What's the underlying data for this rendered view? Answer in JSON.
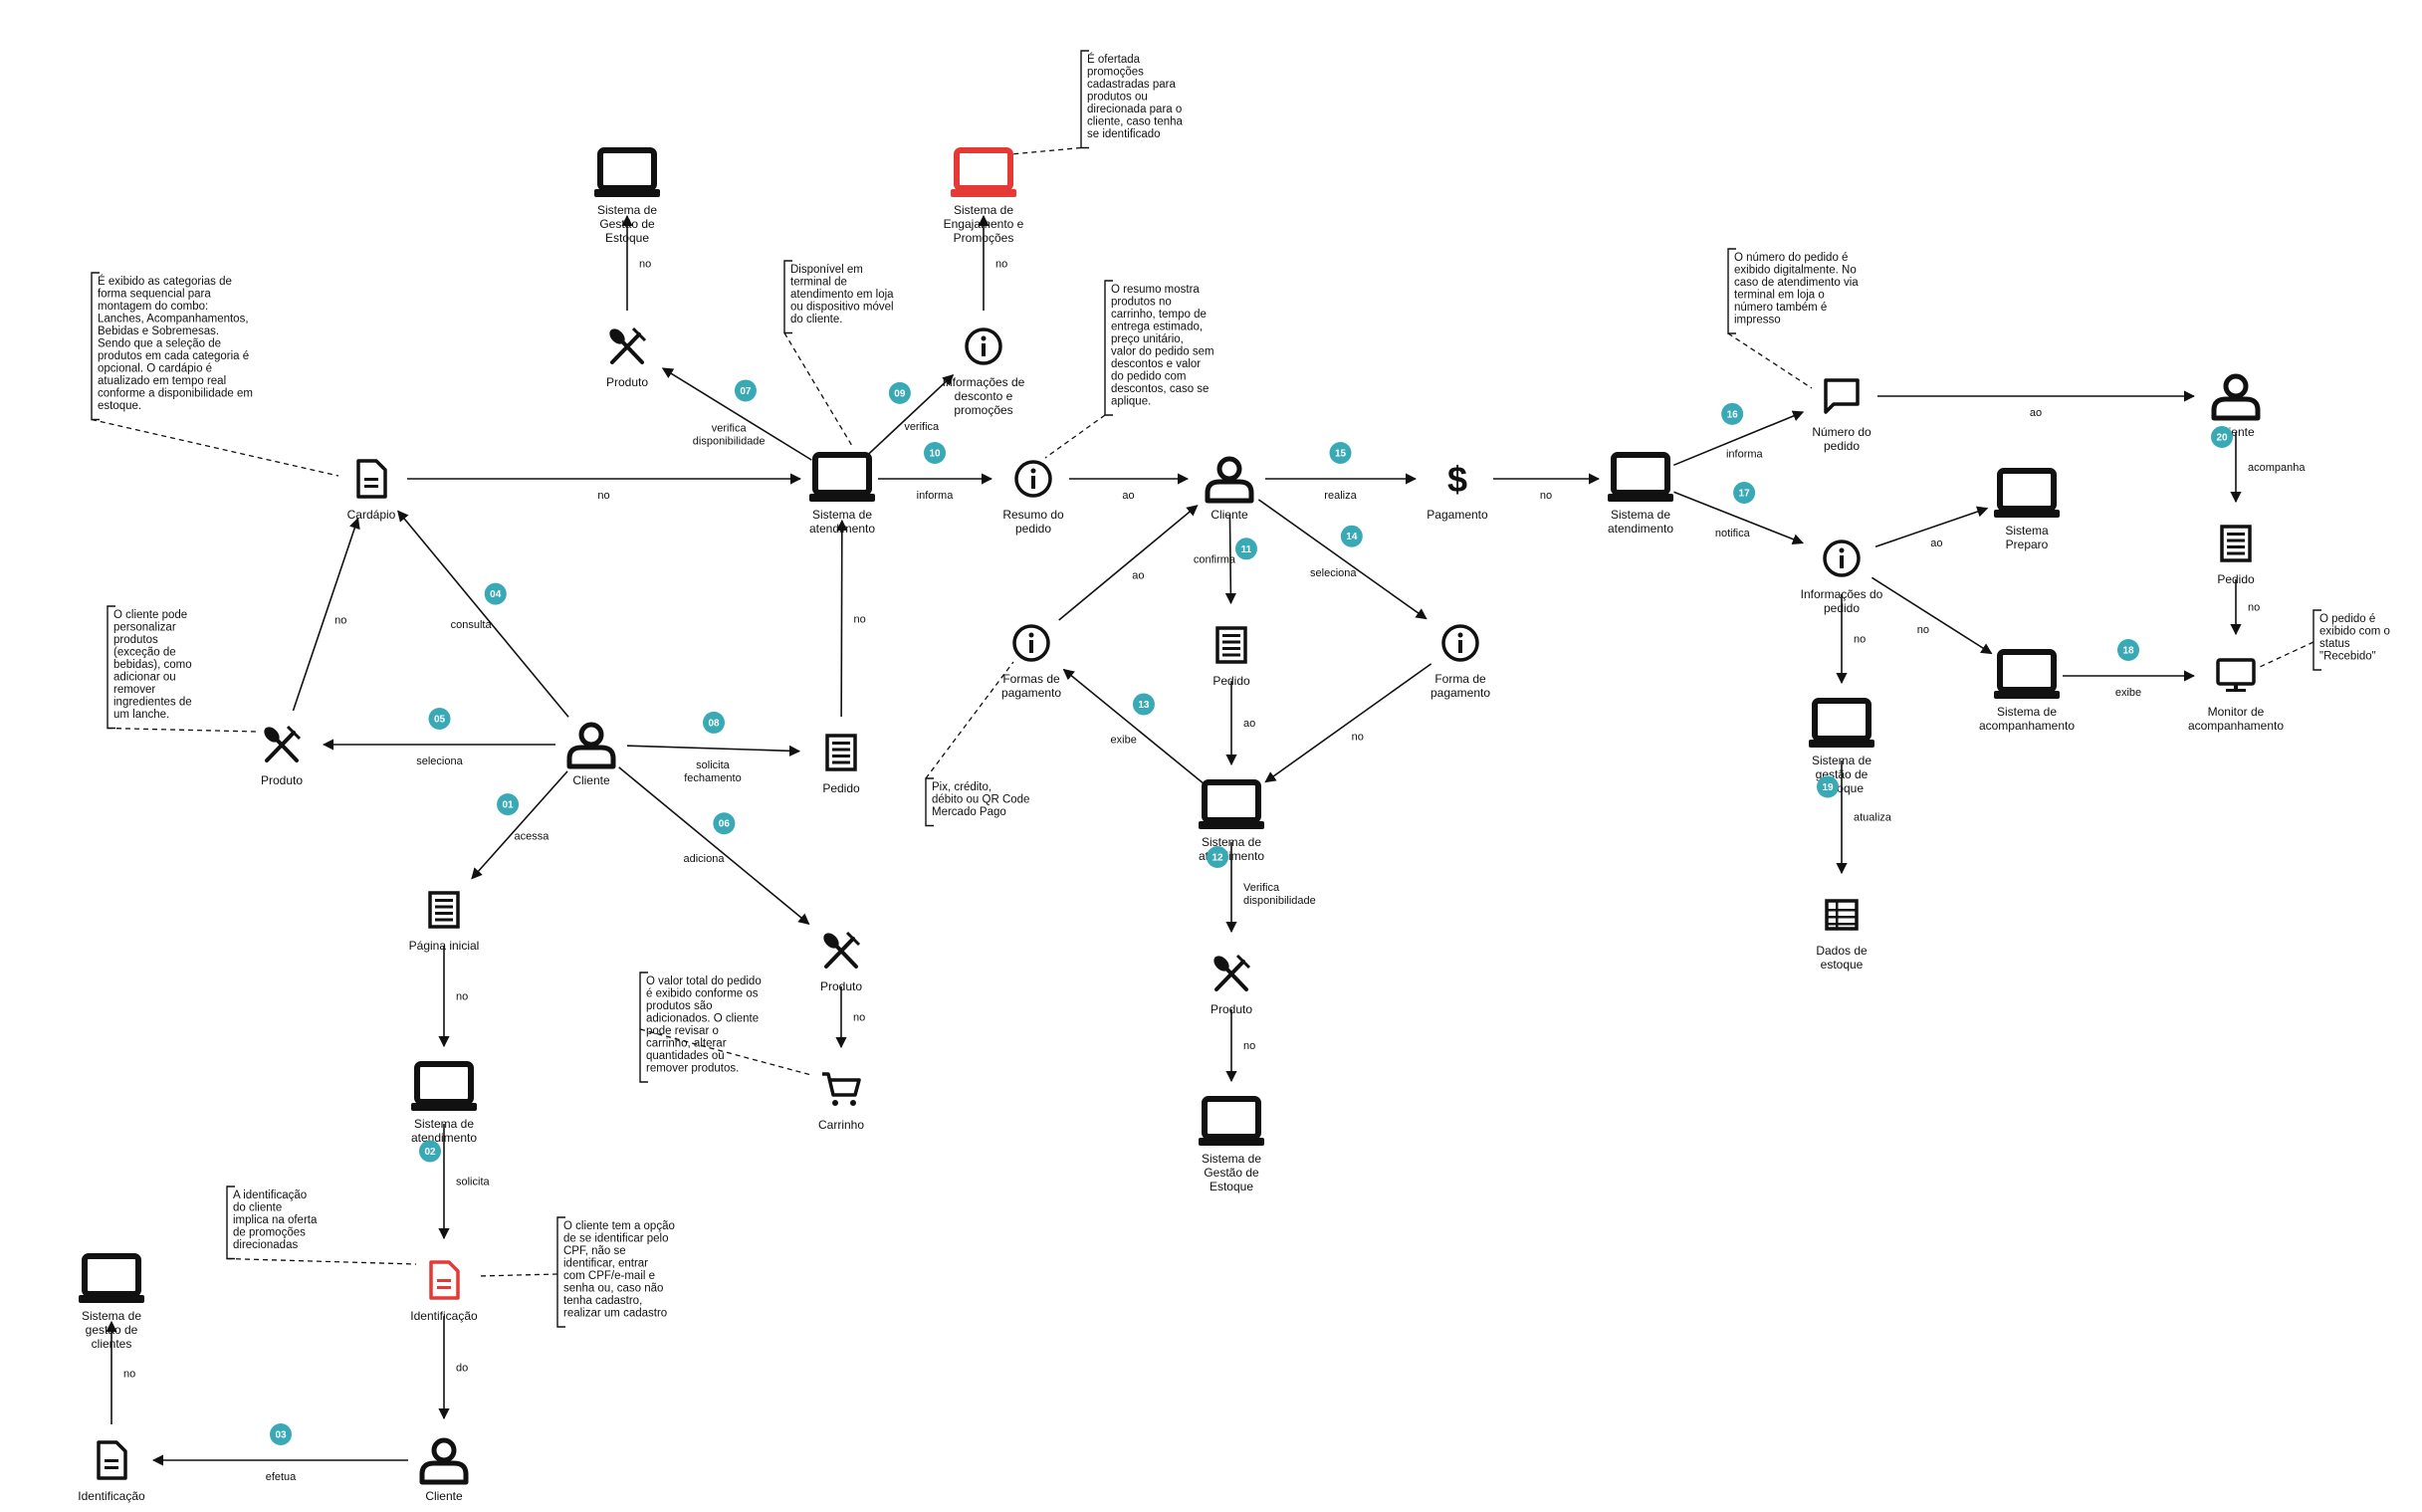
{
  "colors": {
    "badge": "#3aa9b6",
    "highlight": "#e53935",
    "ink": "#111111"
  },
  "nodes": [
    {
      "id": "gestao_estoque_top",
      "icon": "laptop-icon",
      "label": "Sistema de Gestão de Estoque"
    },
    {
      "id": "engajamento",
      "icon": "laptop-icon",
      "label": "Sistema de Engajamento e Promoções",
      "color": "red"
    },
    {
      "id": "produto_top",
      "icon": "utensils-icon",
      "label": "Produto"
    },
    {
      "id": "info_desconto",
      "icon": "info-icon",
      "label": "Informações de desconto e promoções"
    },
    {
      "id": "cardapio",
      "icon": "document-icon",
      "label": "Cardápio"
    },
    {
      "id": "sist_atend_top",
      "icon": "laptop-icon",
      "label": "Sistema de atendimento"
    },
    {
      "id": "resumo",
      "icon": "info-icon",
      "label": "Resumo do pedido"
    },
    {
      "id": "cliente_mid",
      "icon": "user-icon",
      "label": "Cliente"
    },
    {
      "id": "pagamento",
      "icon": "dollar-icon",
      "label": "Pagamento"
    },
    {
      "id": "sist_atend_right",
      "icon": "laptop-icon",
      "label": "Sistema de atendimento"
    },
    {
      "id": "numero_pedido",
      "icon": "chat-icon",
      "label": "Número do pedido"
    },
    {
      "id": "cliente_right",
      "icon": "user-icon",
      "label": "Cliente"
    },
    {
      "id": "sist_preparo",
      "icon": "laptop-icon",
      "label": "Sistema Preparo"
    },
    {
      "id": "info_pedido",
      "icon": "info-icon",
      "label": "Informações do pedido"
    },
    {
      "id": "pedido_right",
      "icon": "receipt-icon",
      "label": "Pedido"
    },
    {
      "id": "sist_acomp",
      "icon": "laptop-icon",
      "label": "Sistema de acompanhamento"
    },
    {
      "id": "monitor",
      "icon": "monitor-icon",
      "label": "Monitor de acompanhamento"
    },
    {
      "id": "gestao_estoque_right",
      "icon": "laptop-icon",
      "label": "Sistema de gestão de Estoque"
    },
    {
      "id": "dados_estoque",
      "icon": "table-icon",
      "label": "Dados de estoque"
    },
    {
      "id": "produto_left",
      "icon": "utensils-icon",
      "label": "Produto"
    },
    {
      "id": "cliente_center",
      "icon": "user-icon",
      "label": "Cliente"
    },
    {
      "id": "pedido_center",
      "icon": "receipt-icon",
      "label": "Pedido"
    },
    {
      "id": "pagina_inicial",
      "icon": "receipt-icon",
      "label": "Página inicial"
    },
    {
      "id": "produto_center",
      "icon": "utensils-icon",
      "label": "Produto"
    },
    {
      "id": "carrinho",
      "icon": "cart-icon",
      "label": "Carrinho"
    },
    {
      "id": "sist_atend_left",
      "icon": "laptop-icon",
      "label": "Sistema de atendimento"
    },
    {
      "id": "identificacao_red",
      "icon": "document-icon",
      "label": "Identificação",
      "color": "red"
    },
    {
      "id": "gestao_clientes",
      "icon": "laptop-icon",
      "label": "Sistema de gestão de clientes"
    },
    {
      "id": "identificacao_doc",
      "icon": "document-icon",
      "label": "Identificação"
    },
    {
      "id": "cliente_bottom",
      "icon": "user-icon",
      "label": "Cliente"
    },
    {
      "id": "formas_pagamento",
      "icon": "info-icon",
      "label": "Formas de pagamento"
    },
    {
      "id": "pedido_mid",
      "icon": "receipt-icon",
      "label": "Pedido"
    },
    {
      "id": "forma_pagamento",
      "icon": "info-icon",
      "label": "Forma de pagamento"
    },
    {
      "id": "sist_atend_mid",
      "icon": "laptop-icon",
      "label": "Sistema de atendimento"
    },
    {
      "id": "produto_mid",
      "icon": "utensils-icon",
      "label": "Produto"
    },
    {
      "id": "gestao_estoque_mid",
      "icon": "laptop-icon",
      "label": "Sistema de Gestão de Estoque"
    }
  ],
  "edges": [
    {
      "from": "cardapio",
      "to": "sist_atend_top",
      "label": "no"
    },
    {
      "from": "produto_top",
      "to": "gestao_estoque_top",
      "label": "no"
    },
    {
      "from": "info_desconto",
      "to": "engajamento",
      "label": "no"
    },
    {
      "from": "sist_atend_top",
      "to": "produto_top",
      "label": "verifica disponibilidade",
      "badge": "07"
    },
    {
      "from": "sist_atend_top",
      "to": "info_desconto",
      "label": "verifica",
      "badge": "09"
    },
    {
      "from": "sist_atend_top",
      "to": "resumo",
      "label": "informa",
      "badge": "10"
    },
    {
      "from": "resumo",
      "to": "cliente_mid",
      "label": "ao"
    },
    {
      "from": "cliente_mid",
      "to": "pagamento",
      "label": "realiza",
      "badge": "15"
    },
    {
      "from": "pagamento",
      "to": "sist_atend_right",
      "label": "no"
    },
    {
      "from": "sist_atend_right",
      "to": "numero_pedido",
      "label": "informa",
      "badge": "16"
    },
    {
      "from": "sist_atend_right",
      "to": "info_pedido",
      "label": "notifica",
      "badge": "17"
    },
    {
      "from": "numero_pedido",
      "to": "cliente_right",
      "label": "ao"
    },
    {
      "from": "cliente_right",
      "to": "pedido_right",
      "label": "acompanha",
      "badge": "20"
    },
    {
      "from": "pedido_right",
      "to": "monitor",
      "label": "no"
    },
    {
      "from": "info_pedido",
      "to": "sist_preparo",
      "label": "ao"
    },
    {
      "from": "info_pedido",
      "to": "sist_acomp",
      "label": "no"
    },
    {
      "from": "info_pedido",
      "to": "gestao_estoque_right",
      "label": "no"
    },
    {
      "from": "sist_acomp",
      "to": "monitor",
      "label": "exibe",
      "badge": "18"
    },
    {
      "from": "gestao_estoque_right",
      "to": "dados_estoque",
      "label": "atualiza",
      "badge": "19"
    },
    {
      "from": "cliente_center",
      "to": "cardapio",
      "label": "consulta",
      "badge": "04"
    },
    {
      "from": "produto_left",
      "to": "cardapio",
      "label": "no"
    },
    {
      "from": "cliente_center",
      "to": "produto_left",
      "label": "seleciona",
      "badge": "05"
    },
    {
      "from": "cliente_center",
      "to": "pedido_center",
      "label": "solicita fechamento",
      "badge": "08"
    },
    {
      "from": "pedido_center",
      "to": "sist_atend_top",
      "label": "no"
    },
    {
      "from": "cliente_center",
      "to": "pagina_inicial",
      "label": "acessa",
      "badge": "01"
    },
    {
      "from": "cliente_center",
      "to": "produto_center",
      "label": "adiciona",
      "badge": "06"
    },
    {
      "from": "produto_center",
      "to": "carrinho",
      "label": "no"
    },
    {
      "from": "pagina_inicial",
      "to": "sist_atend_left",
      "label": "no"
    },
    {
      "from": "sist_atend_left",
      "to": "identificacao_red",
      "label": "solicita",
      "badge": "02"
    },
    {
      "from": "identificacao_red",
      "to": "cliente_bottom",
      "label": "do"
    },
    {
      "from": "cliente_bottom",
      "to": "identificacao_doc",
      "label": "efetua",
      "badge": "03"
    },
    {
      "from": "identificacao_doc",
      "to": "gestao_clientes",
      "label": "no"
    },
    {
      "from": "formas_pagamento",
      "to": "cliente_mid",
      "label": "ao"
    },
    {
      "from": "cliente_mid",
      "to": "pedido_mid",
      "label": "confirma",
      "badge": "11"
    },
    {
      "from": "cliente_mid",
      "to": "forma_pagamento",
      "label": "seleciona",
      "badge": "14"
    },
    {
      "from": "pedido_mid",
      "to": "sist_atend_mid",
      "label": "ao"
    },
    {
      "from": "forma_pagamento",
      "to": "sist_atend_mid",
      "label": "no"
    },
    {
      "from": "sist_atend_mid",
      "to": "formas_pagamento",
      "label": "exibe",
      "badge": "13"
    },
    {
      "from": "sist_atend_mid",
      "to": "produto_mid",
      "label": "Verifica disponibilidade",
      "badge": "12"
    },
    {
      "from": "produto_mid",
      "to": "gestao_estoque_mid",
      "label": "no"
    }
  ],
  "notes": [
    {
      "id": "note_engajamento",
      "text": [
        "É ofertada",
        "promoções",
        "cadastradas para",
        "produtos ou",
        "direcionada para o",
        "cliente, caso tenha",
        "se identificado"
      ]
    },
    {
      "id": "note_cardapio",
      "text": [
        "É exibido as categorias de",
        "forma sequencial para",
        "montagem do combo:",
        "Lanches, Acompanhamentos,",
        "Bebidas e Sobremesas.",
        "Sendo que a seleção de",
        "produtos em cada categoria é",
        "opcional. O cardápio é",
        "atualizado em tempo real",
        "conforme a disponibilidade em",
        "estoque."
      ]
    },
    {
      "id": "note_atendimento",
      "text": [
        "Disponível em",
        "terminal de",
        "atendimento em loja",
        "ou dispositivo móvel",
        "do cliente."
      ]
    },
    {
      "id": "note_resumo",
      "text": [
        "O resumo mostra",
        "produtos no",
        "carrinho, tempo de",
        "entrega estimado,",
        "preço unitário,",
        "valor do pedido sem",
        "descontos e valor",
        "do pedido com",
        "descontos, caso se",
        "aplique."
      ]
    },
    {
      "id": "note_numero",
      "text": [
        "O número do pedido é",
        "exibido digitalmente. No",
        "caso de atendimento via",
        "terminal em loja o",
        "número também é",
        "impresso"
      ]
    },
    {
      "id": "note_monitor",
      "text": [
        "O pedido é",
        "exibido com o",
        "status",
        "\"Recebido\""
      ]
    },
    {
      "id": "note_produto",
      "text": [
        "O cliente pode",
        "personalizar",
        "produtos",
        "(exceção de",
        "bebidas), como",
        "adicionar ou",
        "remover",
        "ingredientes de",
        "um lanche."
      ]
    },
    {
      "id": "note_carrinho",
      "text": [
        "O valor total do pedido",
        "é exibido conforme os",
        "produtos são",
        "adicionados. O cliente",
        "pode revisar o",
        "carrinho, alterar",
        "quantidades ou",
        "remover produtos."
      ]
    },
    {
      "id": "note_pagamento",
      "text": [
        "Pix, crédito,",
        "débito ou QR Code",
        "Mercado Pago"
      ]
    },
    {
      "id": "note_identificacao_a",
      "text": [
        "A identificação",
        "do cliente",
        "implica na oferta",
        "de promoções",
        "direcionadas"
      ]
    },
    {
      "id": "note_identificacao_b",
      "text": [
        "O cliente tem a opção",
        "de se identificar pelo",
        "CPF, não se",
        "identificar, entrar",
        "com CPF/e-mail e",
        "senha ou, caso não",
        "tenha cadastro,",
        "realizar um cadastro"
      ]
    }
  ]
}
